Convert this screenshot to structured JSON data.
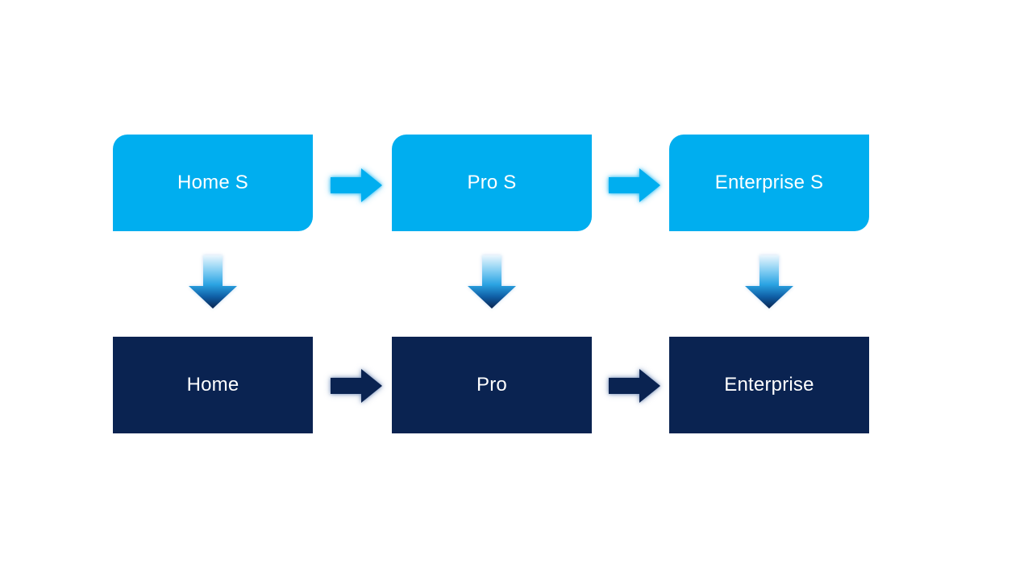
{
  "canvas": {
    "background": "#FFFFFF"
  },
  "palette": {
    "light_blue": "#00AEEF",
    "navy": "#0A2351",
    "label_text": "#FFFFFF",
    "down_arrow_gradient": [
      "#EAF6FD",
      "#7FCCF2",
      "#2AA3E2",
      "#0F5EA5",
      "#092450"
    ]
  },
  "flow": {
    "columns": [
      {
        "top": {
          "label": "Home S"
        },
        "bottom": {
          "label": "Home"
        }
      },
      {
        "top": {
          "label": "Pro S"
        },
        "bottom": {
          "label": "Pro"
        }
      },
      {
        "top": {
          "label": "Enterprise S"
        },
        "bottom": {
          "label": "Enterprise"
        }
      }
    ]
  },
  "icons": {
    "right_arrow": "block-arrow-right",
    "down_arrow": "block-arrow-down-gradient"
  }
}
